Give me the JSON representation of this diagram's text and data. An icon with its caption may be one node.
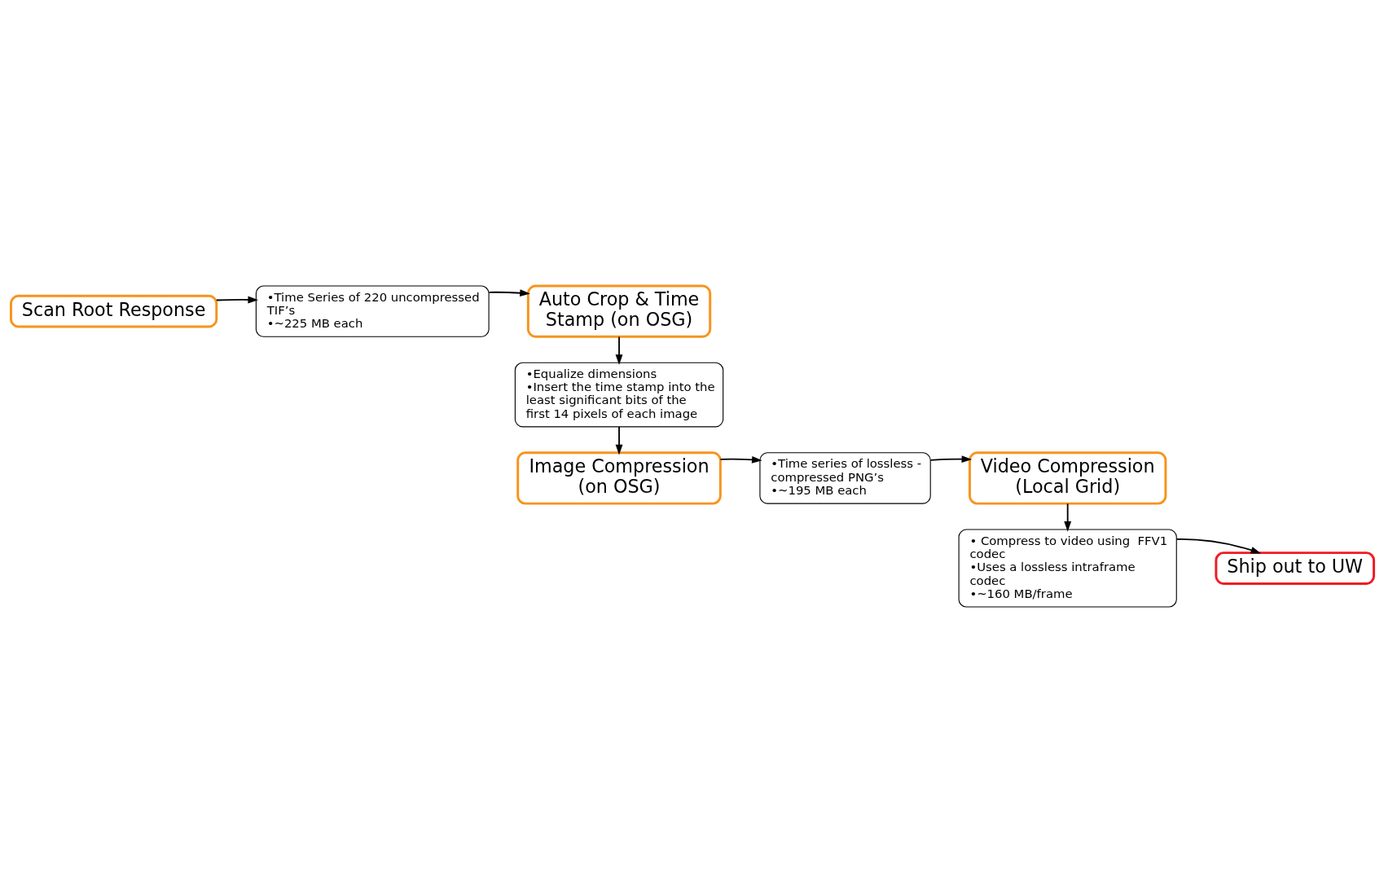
{
  "diagram": {
    "nodes": [
      {
        "text": [
          "Scan Root Response"
        ]
      },
      {
        "text": [
          "•Time Series of 220 uncompressed TIF’s",
          "•~225 MB each"
        ]
      },
      {
        "text": [
          "Auto Crop & Time Stamp (on OSG)"
        ]
      },
      {
        "text": [
          "•Equalize dimensions",
          "•Insert the time stamp into the least significant bits of the first 14 pixels of each image"
        ]
      },
      {
        "text": [
          "Image Compression (on OSG)"
        ]
      },
      {
        "text": [
          "•Time series of lossless - compressed PNG’s",
          "•~195 MB each"
        ]
      },
      {
        "text": [
          "Video Compression (Local Grid)"
        ]
      },
      {
        "text": [
          "• Compress to video using  FFV1 codec",
          "•Uses a lossless intraframe codec",
          "•~160 MB/frame"
        ]
      },
      {
        "text": [
          "Ship out to UW"
        ]
      }
    ],
    "edges": [
      {
        "from": 0,
        "to": 1,
        "arrow": "to"
      },
      {
        "from": 1,
        "to": 2,
        "arrow": "to"
      },
      {
        "from": 2,
        "to": 3,
        "arrow": "to"
      },
      {
        "from": 3,
        "to": 4,
        "arrow": "to"
      },
      {
        "from": 4,
        "to": 5,
        "arrow": "to"
      },
      {
        "from": 5,
        "to": 6,
        "arrow": "to"
      },
      {
        "from": 6,
        "to": 7,
        "arrow": "to"
      },
      {
        "from": 7,
        "to": 8,
        "arrow": "to"
      }
    ]
  }
}
